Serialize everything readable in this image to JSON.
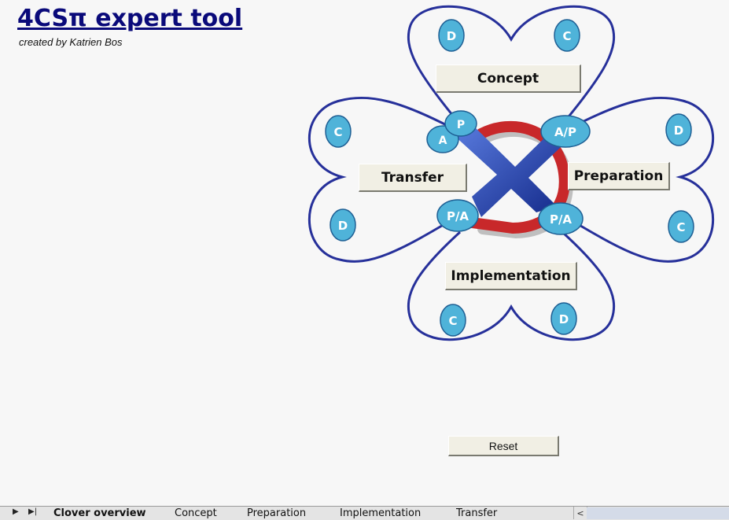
{
  "app": {
    "title": "4CSπ expert tool",
    "subtitle": "created by Katrien Bos"
  },
  "clover": {
    "leaves": {
      "concept": "Concept",
      "preparation": "Preparation",
      "implementation": "Implementation",
      "transfer": "Transfer"
    },
    "badges": {
      "concept_left": "D",
      "concept_right": "C",
      "preparation_top": "D",
      "preparation_bottom": "C",
      "implementation_left": "C",
      "implementation_right": "D",
      "transfer_top": "C",
      "transfer_bottom": "D",
      "center_p": "P",
      "center_a": "A",
      "center_ap": "A/P",
      "center_pa_left": "P/A",
      "center_pa_right": "P/A"
    },
    "colors": {
      "outline": "#26309a",
      "badge_fill": "#4fb3d9",
      "badge_stroke": "#1e5f94",
      "arrow_red": "#c8282a",
      "cross_blue": "#2a48b0"
    }
  },
  "actions": {
    "reset": "Reset"
  },
  "sheet_tabs": [
    {
      "label": "Clover overview",
      "active": true
    },
    {
      "label": "Concept",
      "active": false
    },
    {
      "label": "Preparation",
      "active": false
    },
    {
      "label": "Implementation",
      "active": false
    },
    {
      "label": "Transfer",
      "active": false
    }
  ]
}
